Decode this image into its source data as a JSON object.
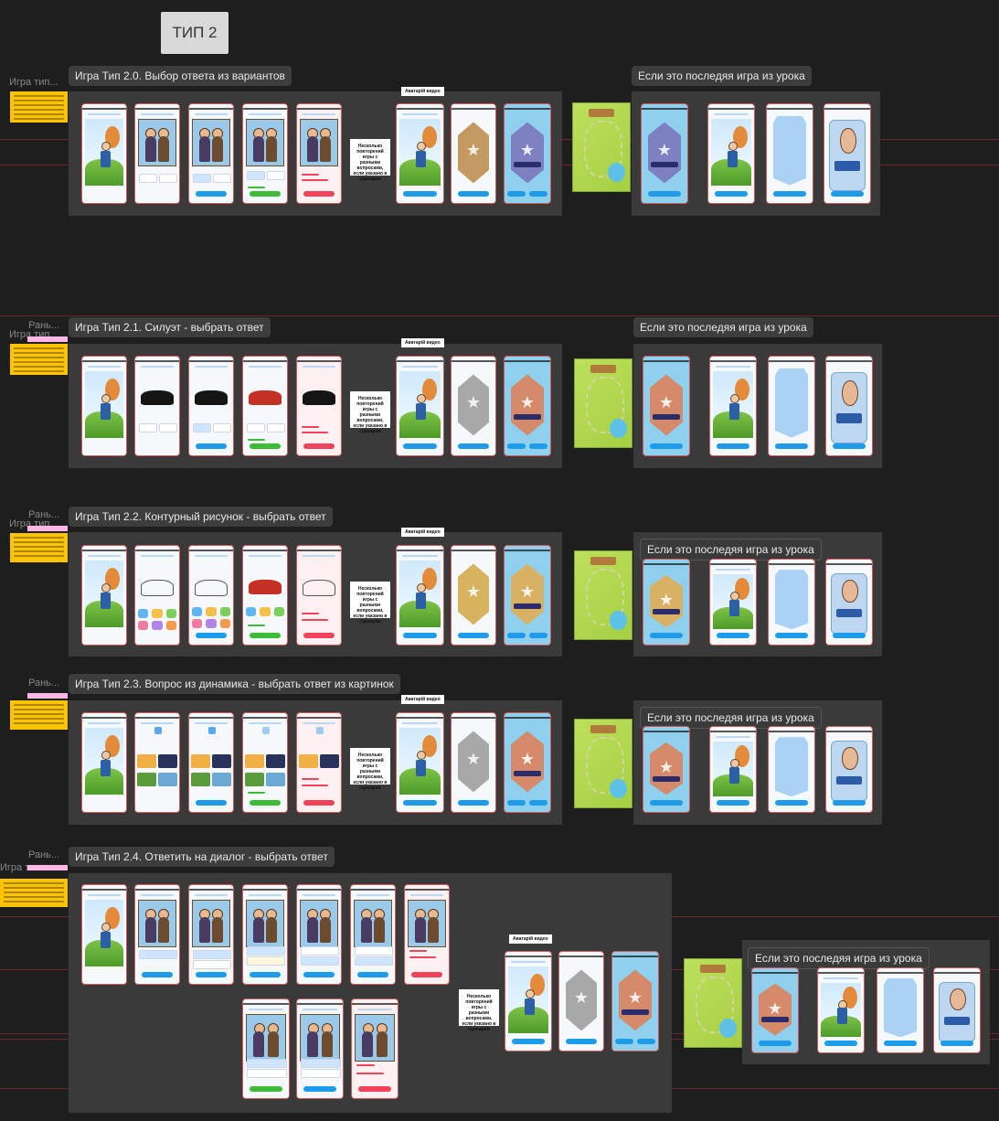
{
  "type_tag": "ТИП 2",
  "side_labels": {
    "row0": "Игра тип...",
    "row1_a": "Рань...",
    "row1_b": "Игра тип",
    "row2_a": "Рань...",
    "row2_b": "Игра тип",
    "row3": "Рань...",
    "row4_a": "Рань...",
    "row4_b": "Игра т"
  },
  "sections": [
    {
      "title": "Игра Тип 2.0. Выбор ответа из вариантов",
      "last_game": "Если это последяя игра из урока",
      "avatar_note": "Аватарій видео",
      "note": "Несколько повторений игры с разными вопросами, если указано в сценарии"
    },
    {
      "title": "Игра Тип 2.1. Силуэт - выбрать ответ",
      "last_game": "Если это последяя игра из урока",
      "avatar_note": "Аватарій видео",
      "note": "Несколько повторений игры с разными вопросами, если указано в сценарии"
    },
    {
      "title": "Игра Тип 2.2. Контурный рисунок - выбрать ответ",
      "last_game": "Если это последяя игра из урока",
      "avatar_note": "Аватарій видео",
      "note": "Несколько повторений игры с разными вопросами, если указано в сценарии"
    },
    {
      "title": "Игра Тип 2.3. Вопрос из динамика - выбрать ответ из картинок",
      "last_game": "Если это последяя игра из урока",
      "avatar_note": "Аватарій видео",
      "note": "Несколько повторений игры с разными вопросами, если указано в сценарии"
    },
    {
      "title": "Игра Тип 2.4. Ответить на диалог - выбрать ответ",
      "last_game": "Если это последяя игра из урока",
      "avatar_note": "Аватарій видео",
      "note": "Несколько повторений игры с разными вопросами, если указано в сценарии"
    }
  ],
  "colors": {
    "canvas": "#1e1e1e",
    "frame": "#3a3a3a",
    "sticky": "#ffc400",
    "sticky_pink": "#ffb8e6",
    "guide": "#8a2b2b",
    "primary_button": "#1e9be9",
    "correct": "#3ebb37",
    "wrong": "#f2435a"
  }
}
